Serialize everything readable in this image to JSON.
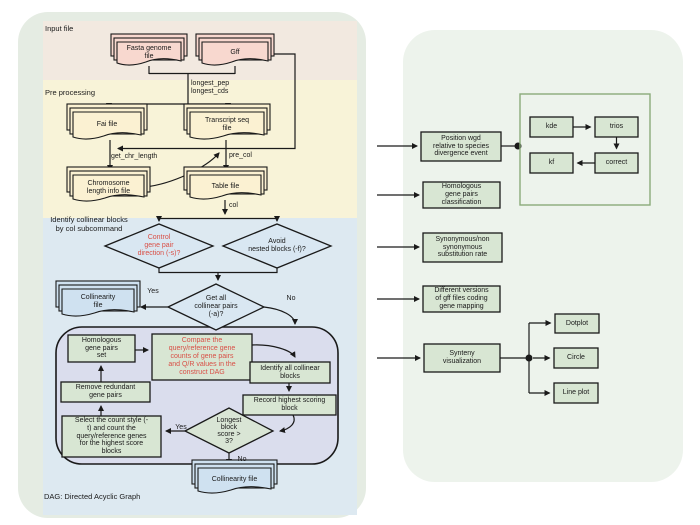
{
  "figure": {
    "left_panel": {
      "sections": {
        "input": "Input file",
        "preprocessing": "Pre processing",
        "identify": "Identify collinear blocks\nby col subcommand"
      },
      "files": {
        "fasta": "Fasta genome\nfile",
        "gff": "Gff",
        "fai": "Fai file",
        "transcript": "Transcript seq\nfile",
        "chromosome": "Chromosome\nlength info file",
        "table": "Table file",
        "collinearity_a": "Collinearity\nfile",
        "collinearity_b": "Collinearity file"
      },
      "edge_labels": {
        "longest": "longest_pep\nlongest_cds",
        "get_chr_length": "get_chr_length",
        "pre_col": "pre_col",
        "col": "col",
        "yes_a": "Yes",
        "no_a": "No",
        "yes_b": "Yes",
        "no_b": "No"
      },
      "decisions": {
        "control": "Control\ngene pair\ndirection (-s)?",
        "avoid": "Avoid\nnested blocks (-f)?",
        "get_all": "Get all\ncollinear pairs\n(-a)?",
        "longest_block": "Longest\nblock\nscore >\n3?"
      },
      "dag": {
        "homologous_set": "Homologous\ngene pairs\nset",
        "compare": "Compare the\nquery/reference gene\ncounts of gene pairs\nand Q/R values in the\nconstruct DAG",
        "identify_blocks": "Identify all collinear\nblocks",
        "record_block": "Record highest scoring\nblock",
        "remove_redundant": "Remove redundant\ngene pairs",
        "select_style": "Select the count style (-\nt) and count the\nquery/reference genes\nfor the highest score\nblocks"
      },
      "footnote": "DAG: Directed Acyclic Graph"
    },
    "right_panel": {
      "outputs": {
        "position_wgd": "Position wgd\nrelative to species\ndivergence event",
        "homologous_classification": "Homologous\ngene pairs\nclassification",
        "substitution_rate": "Synonymous/non\nsynonymous\nsubstitution rate",
        "gff_versions": "Different versions\nof gff files coding\ngene mapping",
        "synteny_visualization": "Synteny\nvisualization"
      },
      "wgd_subcommands": {
        "kde": "kde",
        "trios": "trios",
        "correct": "correct",
        "kf": "kf"
      },
      "plot_types": {
        "dotplot": "Dotplot",
        "circle": "Circle",
        "line_plot": "Line plot"
      }
    },
    "colors": {
      "left_panel": "#e5ece3",
      "right_panel": "#edf3ec",
      "input_section": "#f2e9e0",
      "preprocessing_section": "#f8f3d8",
      "identify_section": "#dde9f1",
      "pink_file": "#f8d8cf",
      "cream_file": "#fbf1d2",
      "blue_file": "#cfe1f0",
      "green_box": "#d8e6d3",
      "lavender_container": "#dadded",
      "diamond_blue": "#d9e7f2",
      "diamond_green": "#d9e5d5",
      "subbox_border": "#8aab7a",
      "red_text": "#d94f46",
      "line": "#1a1a1a"
    }
  }
}
